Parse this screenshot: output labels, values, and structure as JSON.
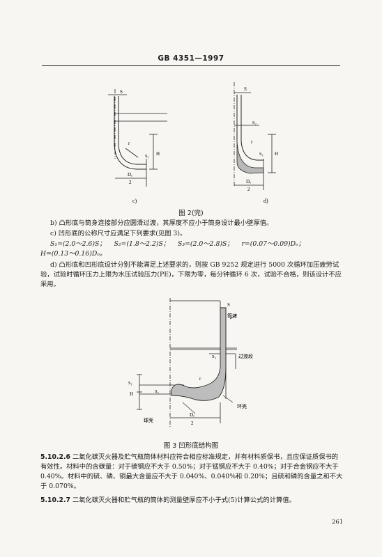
{
  "header": {
    "standard_code": "GB 4351—1997"
  },
  "figure2": {
    "label_c": "c)",
    "label_d": "d)",
    "caption": "图 2(完)",
    "labels": {
      "S": "S",
      "r": "r",
      "H": "H",
      "S1": "S₁",
      "S2": "S₂",
      "Do": "Dₒ",
      "half": "2"
    }
  },
  "body": {
    "para_b": "b) 凸形底与筒身连接部分应圆滑过渡，其厚度不应小于筒身设计最小壁厚值。",
    "para_c": "c) 凹形底的公称尺寸应满足下列要求(见图 3)。",
    "formula_line1": "S₁=(2.0～2.6)S；    S₂=(1.8～2.2)S；    S₃=(2.0～2.8)S；    r=(0.07～0.09)Dₒ；",
    "formula_line2": "H=(0.13～0.16)Dₒ。",
    "para_d": "d) 凸形底和凹形底设计分别不能满足上述要求的，则按 GB 9252 规定进行 5000 次循环加压疲劳试验，试验时循环压力上限为水压试验压力(PE)，下限为零，每分钟循环 6 次，试验不合格，则该设计不应采用。"
  },
  "figure3": {
    "caption": "图 3  凹形底结构图",
    "labels": {
      "tube": "筒体",
      "transition": "过渡段",
      "ring_shell": "环壳",
      "ball_shell": "球壳",
      "S": "S",
      "S3": "S₃",
      "r": "r",
      "S1": "S₁",
      "H": "H",
      "S2": "S₂",
      "Do": "Dₒ",
      "half": "2"
    }
  },
  "clauses": {
    "c5_10_2_6_num": "5.10.2.6",
    "c5_10_2_6_text": "二氧化碳灭火器及贮气瓶筒体材料应符合相应标准规定，并有材料质保书，且应保证质保书的有效性。材料中的含碳量：对于碳钢应不大于 0.50%；对于锰钢应不大于 0.40%；对于合金钢应不大于 0.40%。材料中的硫、磷、铜最大含量应不大于 0.040%、0.040%和 0.20%；且硫和磷的含量之和不大于 0.070%。",
    "c5_10_2_7_num": "5.10.2.7",
    "c5_10_2_7_text": "二氧化碳灭火器和贮气瓶的筒体的测量壁厚应不小于式(5)计算公式的计算值。"
  },
  "footer": {
    "page_number": "261"
  }
}
